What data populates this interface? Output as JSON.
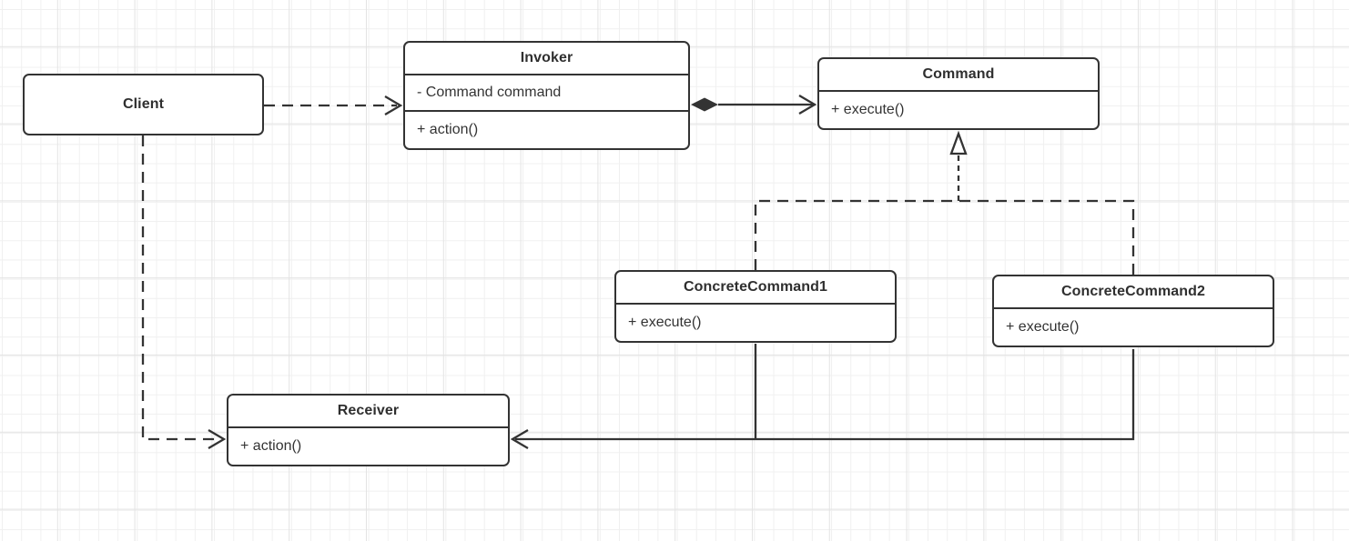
{
  "diagram": {
    "kind": "uml-class-diagram",
    "nodes": {
      "client": {
        "name": "Client",
        "attributes": [],
        "methods": []
      },
      "invoker": {
        "name": "Invoker",
        "attributes": [
          "- Command command"
        ],
        "methods": [
          "+ action()"
        ]
      },
      "command": {
        "name": "Command",
        "attributes": [],
        "methods": [
          "+ execute()"
        ]
      },
      "concrete_command1": {
        "name": "ConcreteCommand1",
        "attributes": [],
        "methods": [
          "+ execute()"
        ]
      },
      "concrete_command2": {
        "name": "ConcreteCommand2",
        "attributes": [],
        "methods": [
          "+ execute()"
        ]
      },
      "receiver": {
        "name": "Receiver",
        "attributes": [],
        "methods": [
          "+ action()"
        ]
      }
    },
    "edges": [
      {
        "from": "Client",
        "to": "Invoker",
        "type": "dependency",
        "line": "dashed",
        "target_marker": "open-arrow"
      },
      {
        "from": "Invoker",
        "to": "Command",
        "type": "composition",
        "line": "solid",
        "source_marker": "filled-diamond",
        "target_marker": "open-arrow"
      },
      {
        "from": "ConcreteCommand1",
        "to": "Command",
        "type": "realization",
        "line": "dashed",
        "target_marker": "hollow-triangle"
      },
      {
        "from": "ConcreteCommand2",
        "to": "Command",
        "type": "realization",
        "line": "dashed",
        "target_marker": "hollow-triangle"
      },
      {
        "from": "Client",
        "to": "Receiver",
        "type": "dependency",
        "line": "dashed",
        "target_marker": "open-arrow"
      },
      {
        "from": "ConcreteCommand1",
        "to": "Receiver",
        "type": "association",
        "line": "solid",
        "target_marker": "open-arrow"
      },
      {
        "from": "ConcreteCommand2",
        "to": "Receiver",
        "type": "association",
        "line": "solid",
        "target_marker": "open-arrow"
      }
    ],
    "colors": {
      "stroke": "#333333",
      "node_fill": "#ffffff",
      "text": "#2f2f2f",
      "background": "#ffffff",
      "grid_minor": "#f0f0f0",
      "grid_major": "#e3e3e3"
    }
  }
}
